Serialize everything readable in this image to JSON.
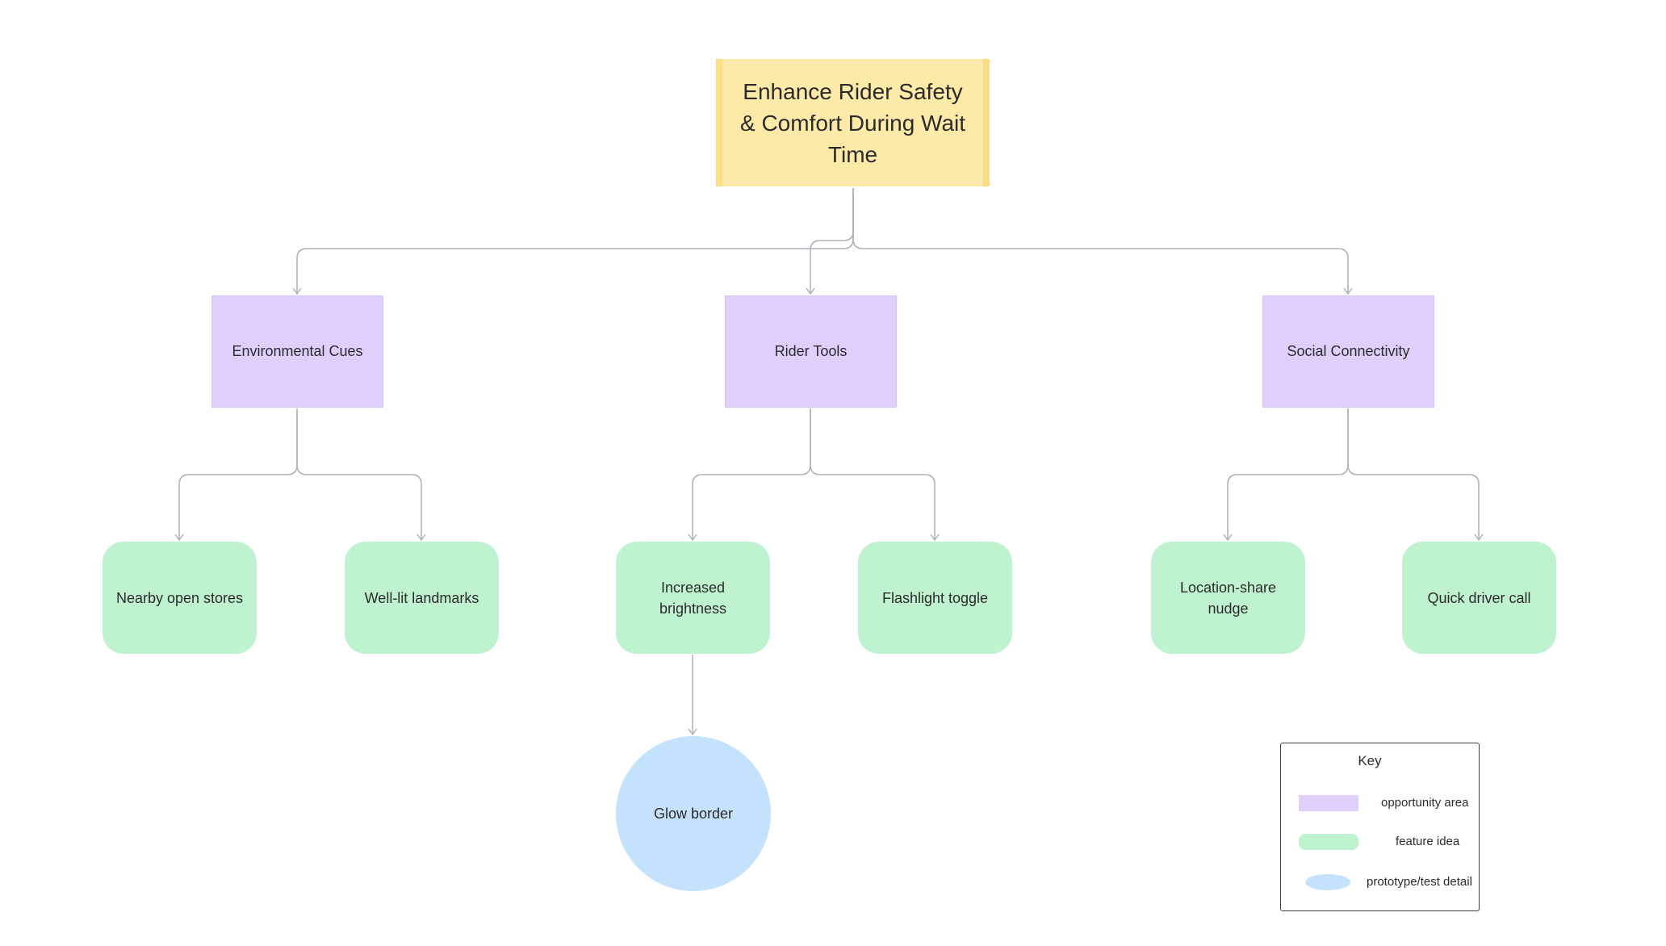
{
  "diagram": {
    "goal": "Enhance Rider Safety & Comfort During Wait Time",
    "opportunities": [
      "Environmental Cues",
      "Rider Tools",
      "Social Connectivity"
    ],
    "features": [
      "Nearby open stores",
      "Well-lit landmarks",
      "Increased brightness",
      "Flashlight toggle",
      "Location-share nudge",
      "Quick driver call"
    ],
    "prototype": "Glow border"
  },
  "key": {
    "title": "Key",
    "items": [
      "opportunity area",
      "feature idea",
      "prototype/test detail"
    ]
  },
  "colors": {
    "goal": "#fde9a8",
    "opportunity": "#e0cffc",
    "feature": "#bff2cf",
    "prototype": "#c4e2fb",
    "connector": "#a9b0b7"
  }
}
